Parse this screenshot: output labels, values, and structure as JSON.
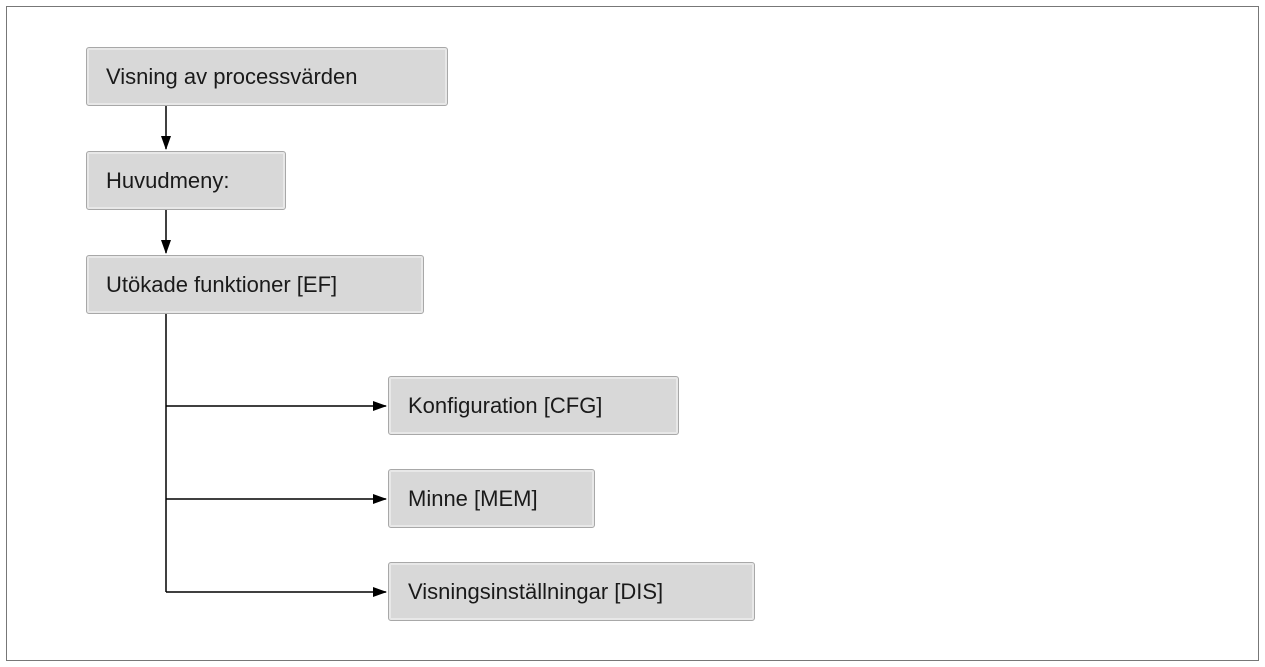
{
  "nodes": {
    "process_values": "Visning av processvärden",
    "main_menu": "Huvudmeny:",
    "extended_functions": "Utökade funktioner [EF]",
    "configuration": "Konfiguration [CFG]",
    "memory": "Minne [MEM]",
    "display_settings": "Visningsinställningar [DIS]"
  }
}
